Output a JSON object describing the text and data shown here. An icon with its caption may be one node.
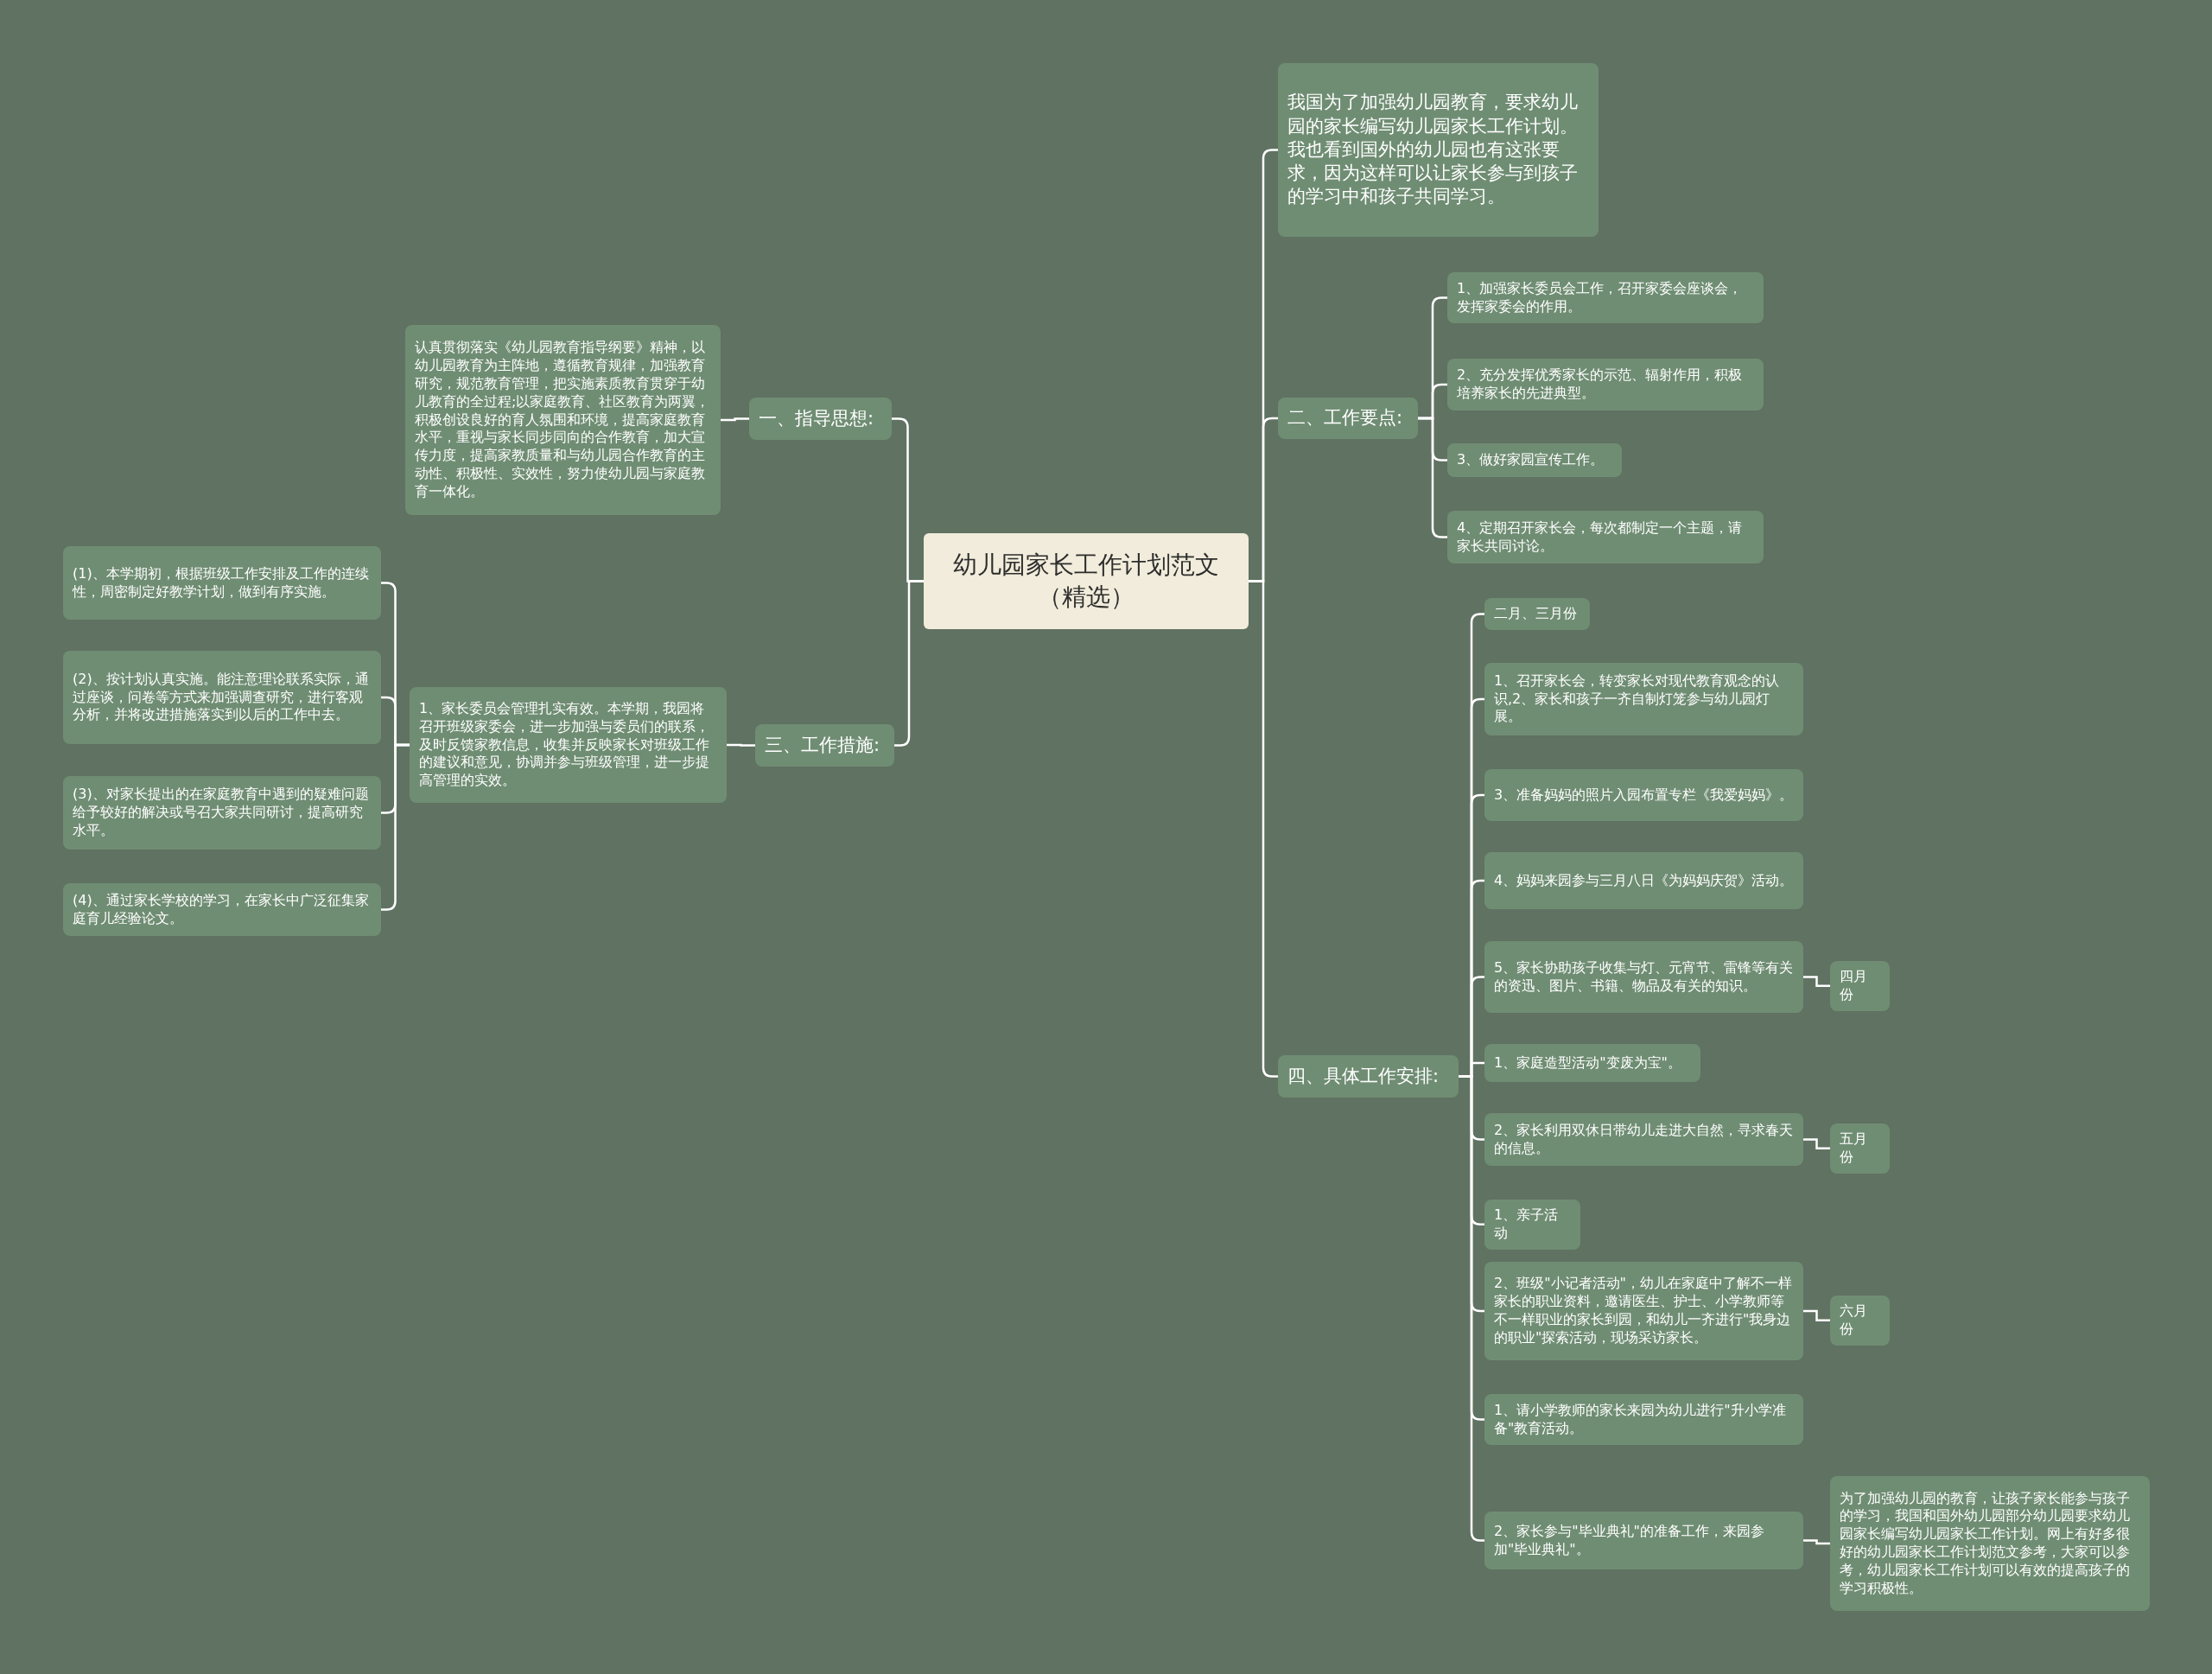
{
  "diagram": {
    "nodes": [
      {
        "text": [
          "幼儿园家长工作计划范文（精选）"
        ]
      },
      {
        "text": [
          "我国为了加强幼儿园教育，要求幼儿园的家长编写幼儿园家长工作计划。我也看到国外的幼儿园也有这张要求，因为这样可以让家长参与到孩子的学习中和孩子共同学习。"
        ]
      },
      {
        "text": [
          "二、工作要点:"
        ]
      },
      {
        "text": [
          "1、加强家长委员会工作，召开家委会座谈会，发挥家委会的作用。"
        ]
      },
      {
        "text": [
          "2、充分发挥优秀家长的示范、辐射作用，积极培养家长的先进典型。"
        ]
      },
      {
        "text": [
          "3、做好家园宣传工作。"
        ]
      },
      {
        "text": [
          "4、定期召开家长会，每次都制定一个主题，请家长共同讨论。"
        ]
      },
      {
        "text": [
          "四、具体工作安排:"
        ]
      },
      {
        "text": [
          "二月、三月份"
        ]
      },
      {
        "text": [
          "1、召开家长会，转变家长对现代教育观念的认识,2、家长和孩子一齐自制灯笼参与幼儿园灯展。"
        ]
      },
      {
        "text": [
          "3、准备妈妈的照片入园布置专栏《我爱妈妈》。"
        ]
      },
      {
        "text": [
          "4、妈妈来园参与三月八日《为妈妈庆贺》活动。"
        ]
      },
      {
        "text": [
          "5、家长协助孩子收集与灯、元宵节、雷锋等有关的资迅、图片、书籍、物品及有关的知识。"
        ]
      },
      {
        "text": [
          "四月份"
        ]
      },
      {
        "text": [
          "1、家庭造型活动\"变废为宝\"。"
        ]
      },
      {
        "text": [
          "2、家长利用双休日带幼儿走进大自然，寻求春天的信息。"
        ]
      },
      {
        "text": [
          "五月份"
        ]
      },
      {
        "text": [
          "1、亲子活动"
        ]
      },
      {
        "text": [
          "2、班级\"小记者活动\"，幼儿在家庭中了解不一样家长的职业资料，邀请医生、护士、小学教师等不一样职业的家长到园，和幼儿一齐进行\"我身边的职业\"探索活动，现场采访家长。"
        ]
      },
      {
        "text": [
          "六月份"
        ]
      },
      {
        "text": [
          "1、请小学教师的家长来园为幼儿进行\"升小学准备\"教育活动。"
        ]
      },
      {
        "text": [
          "2、家长参与\"毕业典礼\"的准备工作，来园参加\"毕业典礼\"。"
        ]
      },
      {
        "text": [
          "为了加强幼儿园的教育，让孩子家长能参与孩子的学习，我国和国外幼儿园部分幼儿园要求幼儿园家长编写幼儿园家长工作计划。网上有好多很好的幼儿园家长工作计划范文参考，大家可以参考，幼儿园家长工作计划可以有效的提高孩子的学习积极性。"
        ]
      },
      {
        "text": [
          "一、指导思想:"
        ]
      },
      {
        "text": [
          "认真贯彻落实《幼儿园教育指导纲要》精神，以幼儿园教育为主阵地，遵循教育规律，加强教育研究，规范教育管理，把实施素质教育贯穿于幼儿教育的全过程;以家庭教育、社区教育为两翼，积极创设良好的育人氛围和环境，提高家庭教育水平，重视与家长同步同向的合作教育，加大宣传力度，提高家教质量和与幼儿园合作教育的主动性、积极性、实效性，努力使幼儿园与家庭教育一体化。"
        ]
      },
      {
        "text": [
          "三、工作措施:"
        ]
      },
      {
        "text": [
          "1、家长委员会管理扎实有效。本学期，我园将召开班级家委会，进一步加强与委员们的联系，及时反馈家教信息，收集并反映家长对班级工作的建议和意见，协调并参与班级管理，进一步提高管理的实效。"
        ]
      },
      {
        "text": [
          "(1)、本学期初，根据班级工作安排及工作的连续性，周密制定好教学计划，做到有序实施。"
        ]
      },
      {
        "text": [
          "(2)、按计划认真实施。能注意理论联系实际，通过座谈，问卷等方式来加强调查研究，进行客观分析，并将改进措施落实到以后的工作中去。"
        ]
      },
      {
        "text": [
          "(3)、对家长提出的在家庭教育中遇到的疑难问题给予较好的解决或号召大家共同研讨，提高研究水平。"
        ]
      },
      {
        "text": [
          "(4)、通过家长学校的学习，在家长中广泛征集家庭育儿经验论文。"
        ]
      }
    ],
    "edges": [
      {
        "from": 0,
        "to": 1,
        "arrow": "none"
      },
      {
        "from": 0,
        "to": 2,
        "arrow": "none"
      },
      {
        "from": 2,
        "to": 3,
        "arrow": "none"
      },
      {
        "from": 2,
        "to": 4,
        "arrow": "none"
      },
      {
        "from": 2,
        "to": 5,
        "arrow": "none"
      },
      {
        "from": 2,
        "to": 6,
        "arrow": "none"
      },
      {
        "from": 0,
        "to": 7,
        "arrow": "none"
      },
      {
        "from": 7,
        "to": 8,
        "arrow": "none"
      },
      {
        "from": 7,
        "to": 9,
        "arrow": "none"
      },
      {
        "from": 7,
        "to": 10,
        "arrow": "none"
      },
      {
        "from": 7,
        "to": 11,
        "arrow": "none"
      },
      {
        "from": 7,
        "to": 12,
        "arrow": "none"
      },
      {
        "from": 12,
        "to": 13,
        "arrow": "none"
      },
      {
        "from": 7,
        "to": 14,
        "arrow": "none"
      },
      {
        "from": 7,
        "to": 15,
        "arrow": "none"
      },
      {
        "from": 15,
        "to": 16,
        "arrow": "none"
      },
      {
        "from": 7,
        "to": 17,
        "arrow": "none"
      },
      {
        "from": 7,
        "to": 18,
        "arrow": "none"
      },
      {
        "from": 18,
        "to": 19,
        "arrow": "none"
      },
      {
        "from": 7,
        "to": 20,
        "arrow": "none"
      },
      {
        "from": 7,
        "to": 21,
        "arrow": "none"
      },
      {
        "from": 21,
        "to": 22,
        "arrow": "none"
      },
      {
        "from": 0,
        "to": 23,
        "arrow": "none"
      },
      {
        "from": 23,
        "to": 24,
        "arrow": "none"
      },
      {
        "from": 0,
        "to": 25,
        "arrow": "none"
      },
      {
        "from": 25,
        "to": 26,
        "arrow": "none"
      },
      {
        "from": 26,
        "to": 27,
        "arrow": "none"
      },
      {
        "from": 26,
        "to": 28,
        "arrow": "none"
      },
      {
        "from": 26,
        "to": 29,
        "arrow": "none"
      },
      {
        "from": 26,
        "to": 30,
        "arrow": "none"
      }
    ]
  }
}
